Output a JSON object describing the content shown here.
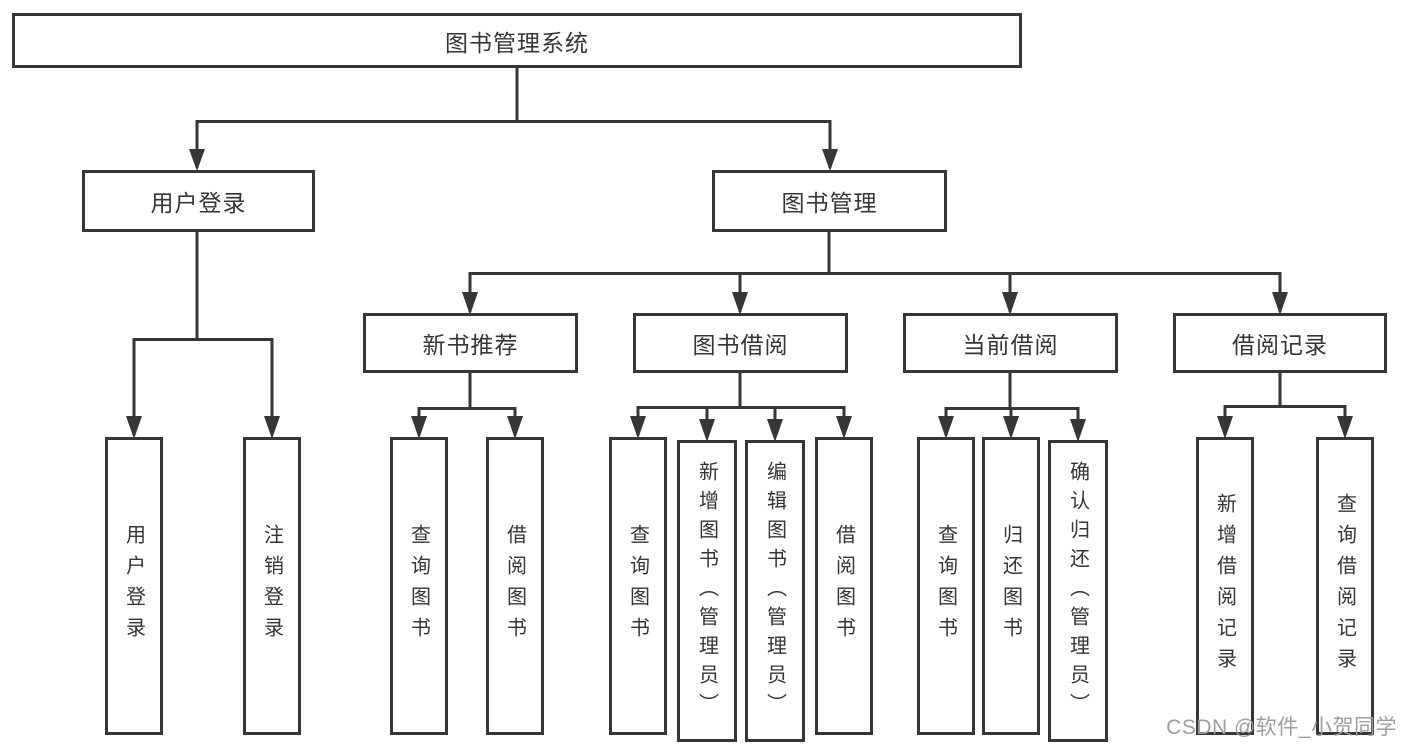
{
  "tree": {
    "label": "图书管理系统",
    "children": [
      {
        "label": "用户登录",
        "children": [
          {
            "label": "用户登录"
          },
          {
            "label": "注销登录"
          }
        ]
      },
      {
        "label": "图书管理",
        "children": [
          {
            "label": "新书推荐",
            "children": [
              {
                "label": "查询图书"
              },
              {
                "label": "借阅图书"
              }
            ]
          },
          {
            "label": "图书借阅",
            "children": [
              {
                "label": "查询图书"
              },
              {
                "label": "新增图书（管理员）"
              },
              {
                "label": "编辑图书（管理员）"
              },
              {
                "label": "借阅图书"
              }
            ]
          },
          {
            "label": "当前借阅",
            "children": [
              {
                "label": "查询图书"
              },
              {
                "label": "归还图书"
              },
              {
                "label": "确认归还（管理员）"
              }
            ]
          },
          {
            "label": "借阅记录",
            "children": [
              {
                "label": "新增借阅记录"
              },
              {
                "label": "查询借阅记录"
              }
            ]
          }
        ]
      }
    ]
  },
  "watermark": {
    "text": "CSDN @软件_小贺同学"
  },
  "colors": {
    "line": "#363636",
    "box_border": "#363636",
    "background": "#ffffff",
    "watermark_text": "#9e9e9e"
  }
}
